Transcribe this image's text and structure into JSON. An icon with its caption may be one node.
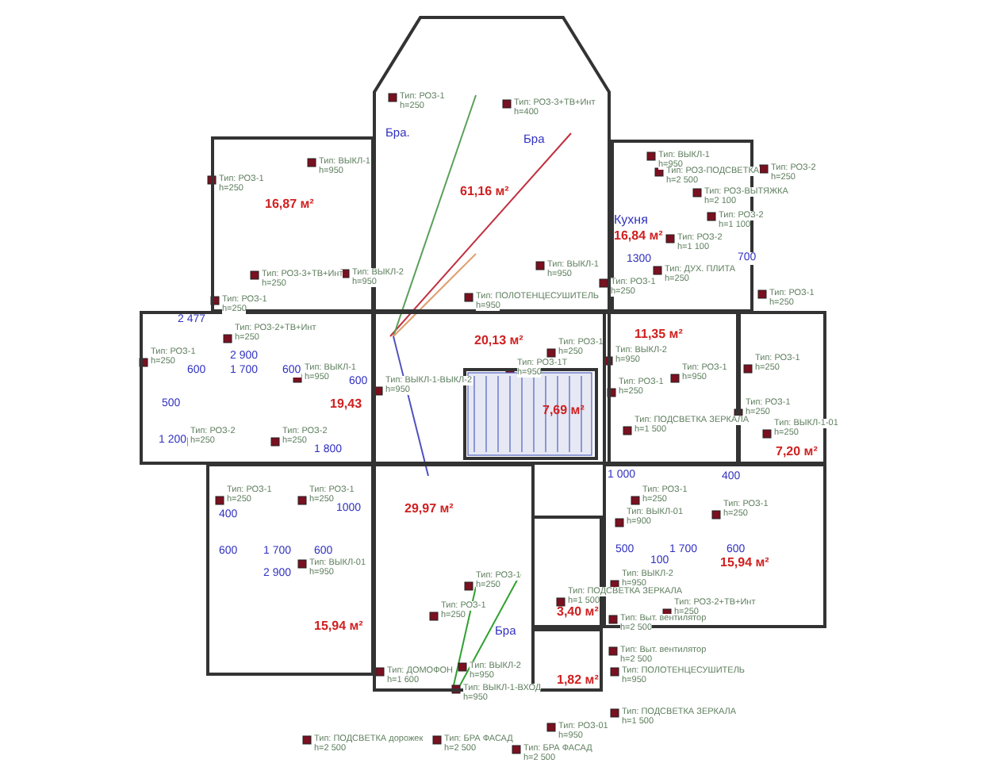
{
  "diagram": {
    "nodes": [
      {
        "text": [
          "16,87 м²"
        ]
      },
      {
        "text": [
          "61,16 м²"
        ]
      },
      {
        "text": [
          "Кухня",
          "16,84 м²"
        ]
      },
      {
        "text": [
          "19,43"
        ]
      },
      {
        "text": [
          "20,13 м²"
        ]
      },
      {
        "text": [
          "7,69 м²"
        ],
        "in": 4
      },
      {
        "text": [
          "11,35 м²"
        ]
      },
      {
        "text": [
          "7,20 м²"
        ]
      },
      {
        "text": [
          "15,94 м²"
        ]
      },
      {
        "text": [
          "29,97 м²"
        ]
      },
      {
        "text": [
          "3,40 м²"
        ]
      },
      {
        "text": [
          "1,82 м²"
        ]
      },
      {
        "text": [
          "15,94 м²"
        ]
      }
    ],
    "labels": [
      "Тип: РОЗ-1",
      "h=250",
      "Тип: РОЗ-3+ТВ+Инт",
      "h=400",
      "Бра.",
      "Бра",
      "Тип: ВЫКЛ-1",
      "h=950",
      "Тип: ВЫКЛ-1",
      "h=950",
      "Тип: РОЗ-1",
      "h=250",
      "Тип: РОЗ-ПОДСВЕТКА",
      "h=2 500",
      "Тип: РОЗ-2",
      "h=250",
      "Тип: РОЗ-ВЫТЯЖКА",
      "h=2 100",
      "Тип: РОЗ-2",
      "h=1 100",
      "Тип: РОЗ-2",
      "h=1 100",
      "Тип: РОЗ-3+ТВ+Инт",
      "h=250",
      "Тип: ВЫКЛ-2",
      "h=950",
      "1300",
      "700",
      "Тип: ВЫКЛ-1",
      "h=950",
      "Тип: РОЗ-1",
      "h=250",
      "Тип: ДУХ. ПЛИТА",
      "h=250",
      "Тип: РОЗ-1",
      "h=250",
      "Тип: РОЗ-1",
      "h=250",
      "Тип: ПОЛОТЕНЦЕСУШИТЕЛЬ",
      "h=950",
      "2 477",
      "Тип: РОЗ-2+ТВ+Инт",
      "h=250",
      "Тип: РОЗ-1",
      "h=250",
      "2 900",
      "600",
      "1 700",
      "600",
      "Тип: ВЫКЛ-1",
      "h=950",
      "Тип: ВЫКЛ-1-ВЫКЛ-2",
      "h=950",
      "600",
      "500",
      "Тип: РОЗ-2",
      "h=250",
      "Тип: РОЗ-2",
      "h=250",
      "1 200",
      "1 800",
      "Тип: РОЗ-1",
      "h=250",
      "Тип: ВЫКЛ-2",
      "h=950",
      "Тип: РОЗ-1Т",
      "h=950",
      "Тип: РОЗ-1",
      "h=950",
      "Тип: РОЗ-1",
      "h=250",
      "Тип: РОЗ-1",
      "h=250",
      "Тип: РОЗ-1",
      "h=250",
      "Тип: ПОДСВЕТКА ЗЕРКАЛА",
      "h=1 500",
      "Тип: ВЫКЛ-1-01",
      "h=250",
      "1 000",
      "400",
      "Тип: РОЗ-1",
      "h=250",
      "Тип: РОЗ-1",
      "h=250",
      "Тип: РОЗ-1",
      "h=250",
      "Тип: РОЗ-1",
      "h=250",
      "1000",
      "400",
      "Тип: ВЫКЛ-01",
      "h=900",
      "600",
      "1 700",
      "600",
      "Тип: ВЫКЛ-01",
      "h=950",
      "2 900",
      "500",
      "1 700",
      "600",
      "100",
      "Тип: ВЫКЛ-2",
      "h=950",
      "Тип: РОЗ-1",
      "h=250",
      "Тип: ПОДСВЕТКА ЗЕРКАЛА",
      "h=1 500",
      "Тип: РОЗ-2+ТВ+Инт",
      "h=250",
      "Тип: РОЗ-1",
      "h=250",
      "Бра",
      "Тип: Выт. вентилятор",
      "h=2 500",
      "Тип: Выт. вентилятор",
      "h=2 500",
      "Тип: ВЫКЛ-2",
      "h=950",
      "Тип: ПОЛОТЕНЦЕСУШИТЕЛЬ",
      "h=950",
      "Тип: ДОМОФОН",
      "h=1 600",
      "Тип: ВЫКЛ-1-ВХОД",
      "h=950",
      "Тип: ПОДСВЕТКА ЗЕРКАЛА",
      "h=1 500",
      "Тип: РОЗ-01",
      "h=950",
      "Тип: ПОДСВЕТКА дорожек",
      "h=2 500",
      "Тип: БРА ФАСАД",
      "h=2 500",
      "Тип: БРА ФАСАД",
      "h=2 500"
    ]
  }
}
